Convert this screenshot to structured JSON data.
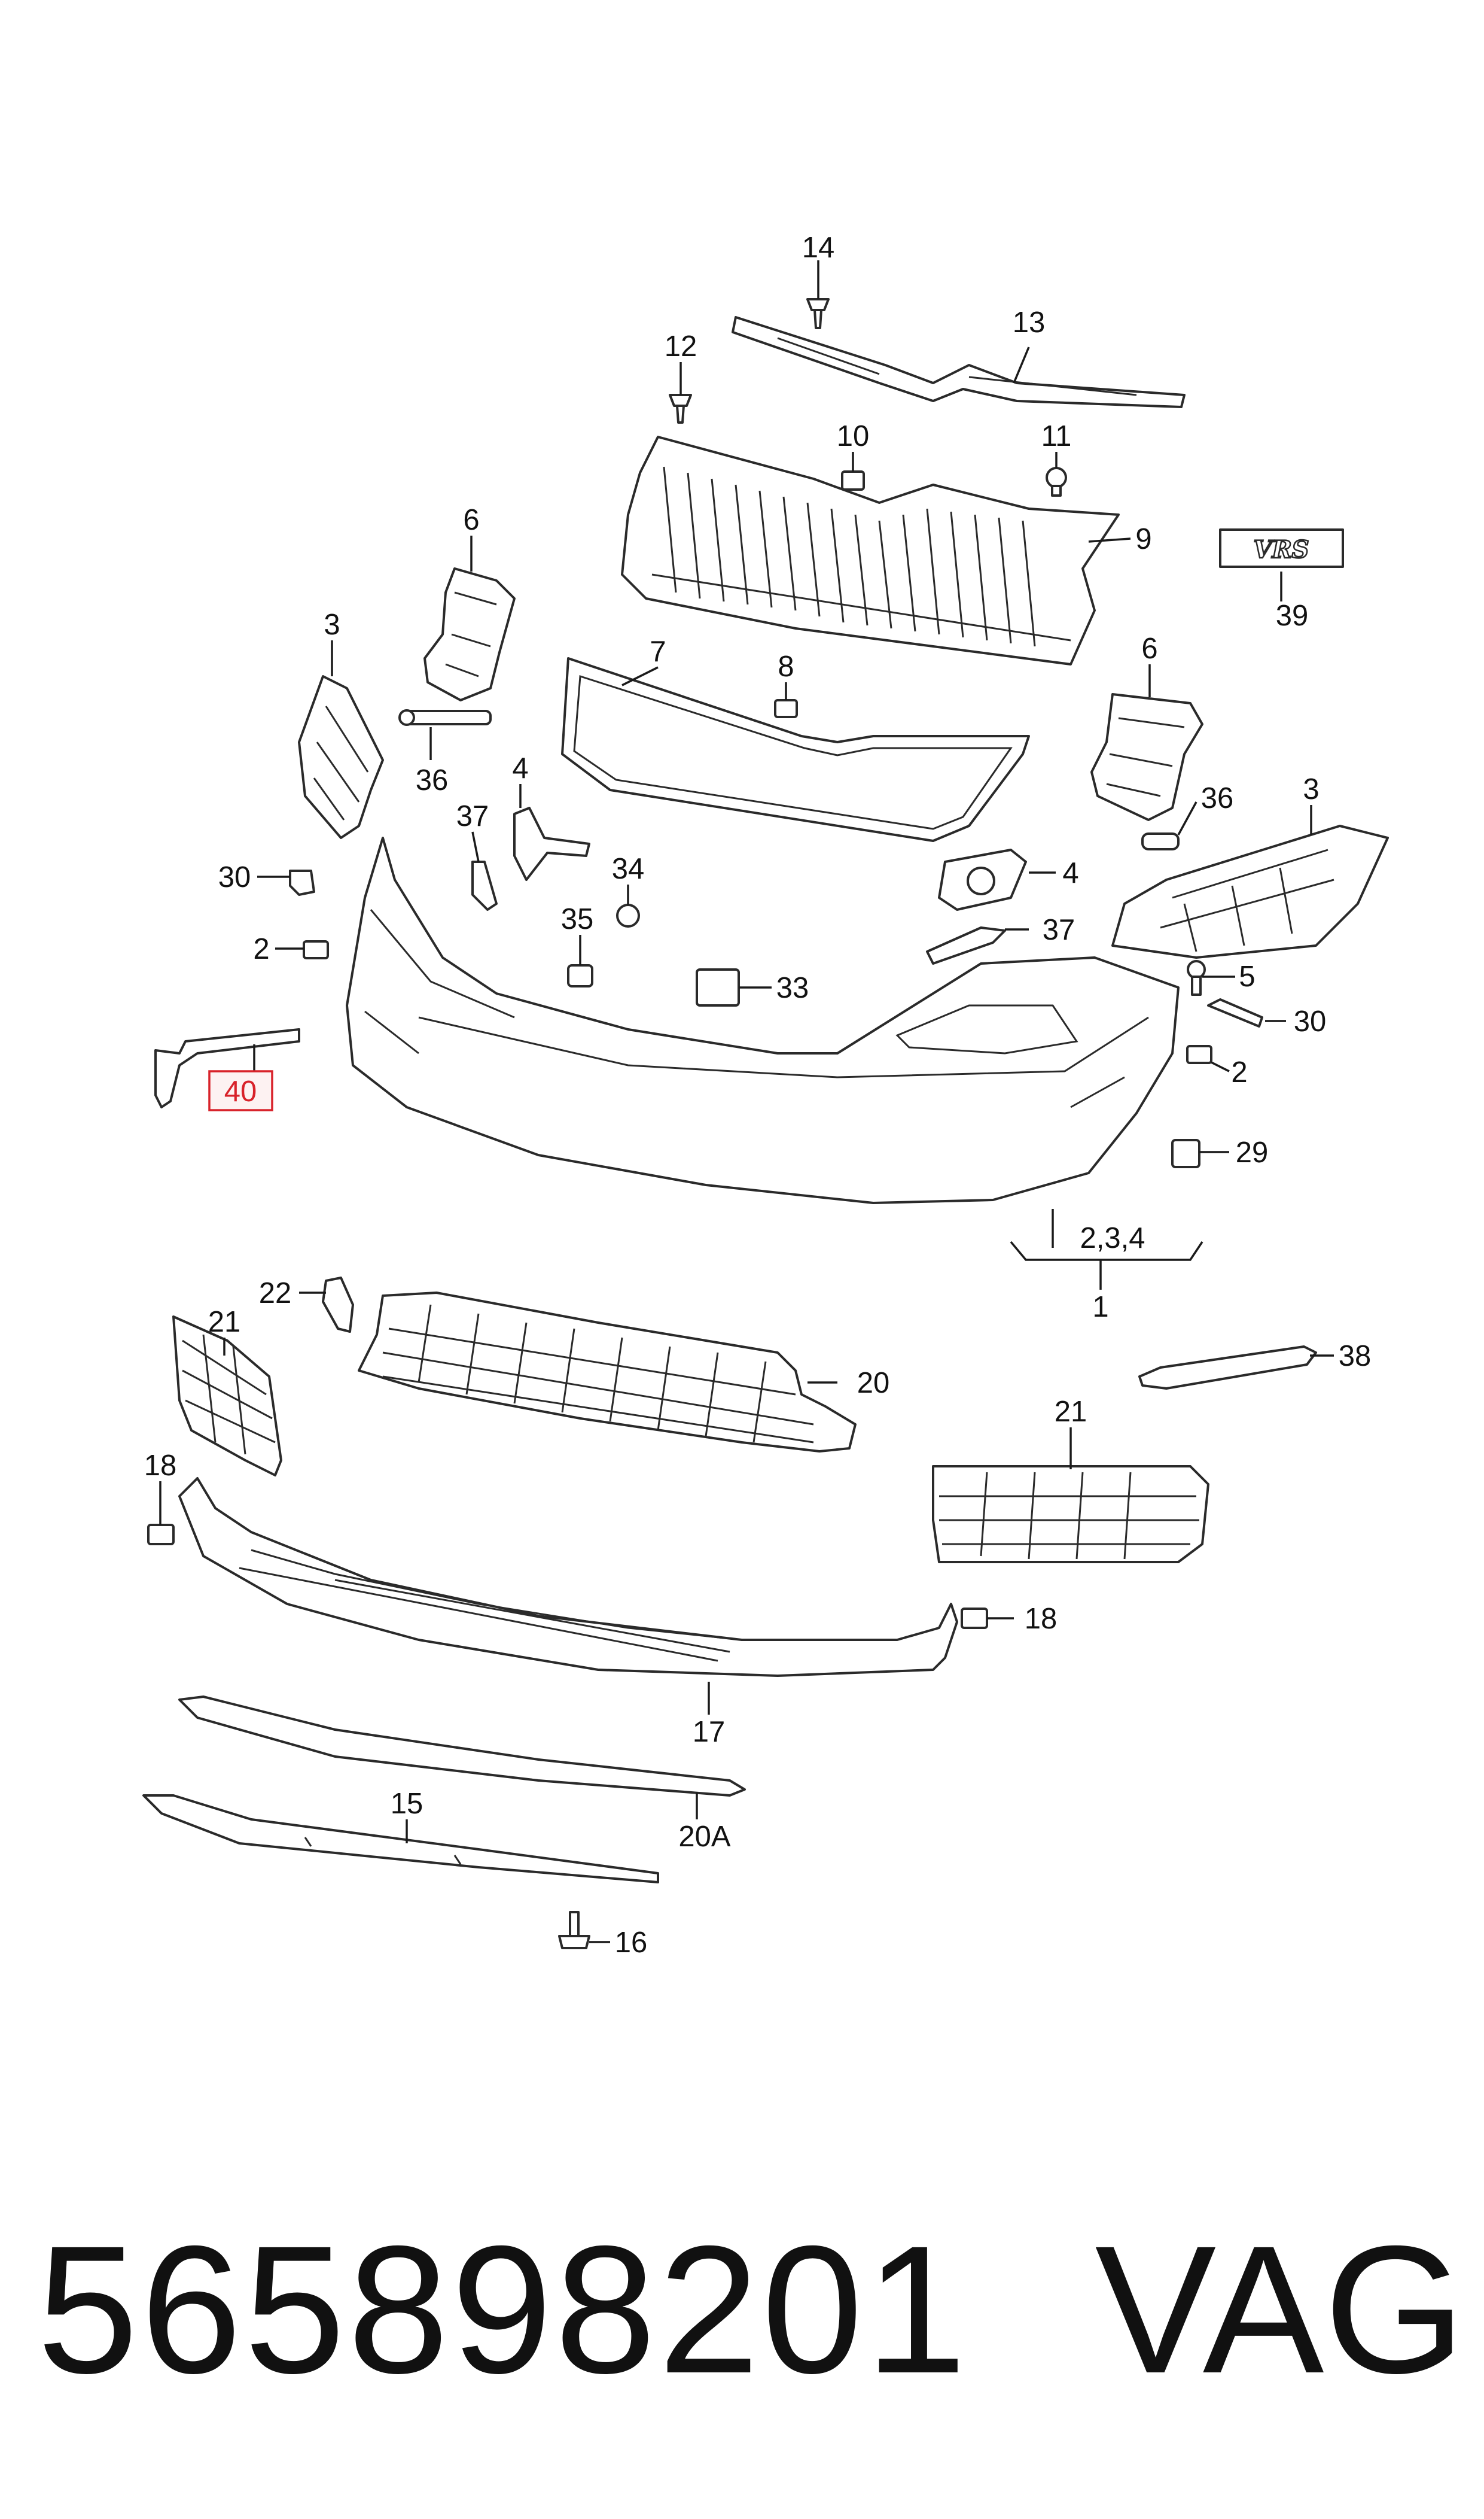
{
  "callouts": {
    "c14": "14",
    "c13": "13",
    "c12": "12",
    "c10": "10",
    "c11": "11",
    "c9": "9",
    "c39": "39",
    "c6l": "6",
    "c6r": "6",
    "c3l": "3",
    "c3r": "3",
    "c7": "7",
    "c8": "8",
    "c36l": "36",
    "c36r": "36",
    "c4l": "4",
    "c4r": "4",
    "c37l": "37",
    "c37r": "37",
    "c34": "34",
    "c35": "35",
    "c33": "33",
    "c30l": "30",
    "c30r": "30",
    "c2l": "2",
    "c2r": "2",
    "c5": "5",
    "c29": "29",
    "c234": "2,3,4",
    "c1": "1",
    "c40": "40",
    "c22": "22",
    "c21l": "21",
    "c21r": "21",
    "c20": "20",
    "c38": "38",
    "c18l": "18",
    "c18r": "18",
    "c17": "17",
    "c20a": "20A",
    "c15": "15",
    "c16": "16"
  },
  "badge_text": "VRS",
  "highlight_color": "#d8222a",
  "footer": {
    "part_number": "565898201",
    "brand": "VAG"
  }
}
